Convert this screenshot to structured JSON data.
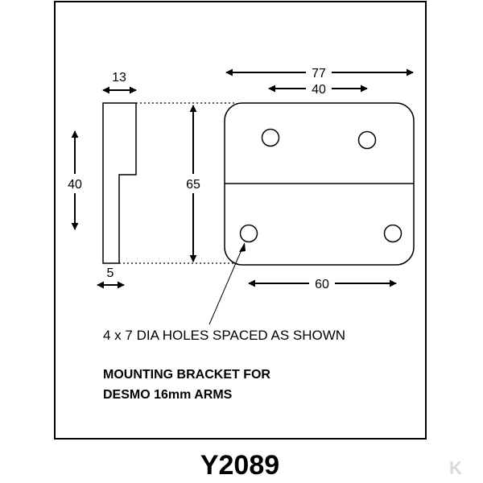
{
  "dimensions": {
    "side_thickness": "13",
    "side_tab_height": "40",
    "height": "65",
    "base_thickness": "5",
    "overall_width": "77",
    "top_hole_spacing": "40",
    "bottom_hole_spacing": "60"
  },
  "note": "4 x 7 DIA HOLES SPACED AS SHOWN",
  "title_lines": [
    "MOUNTING BRACKET FOR",
    "DESMO 16mm ARMS"
  ],
  "part_code": "Y2089",
  "watermark": "K",
  "colors": {
    "line": "#000000",
    "background": "#ffffff",
    "watermark": "#d9d9d9"
  }
}
